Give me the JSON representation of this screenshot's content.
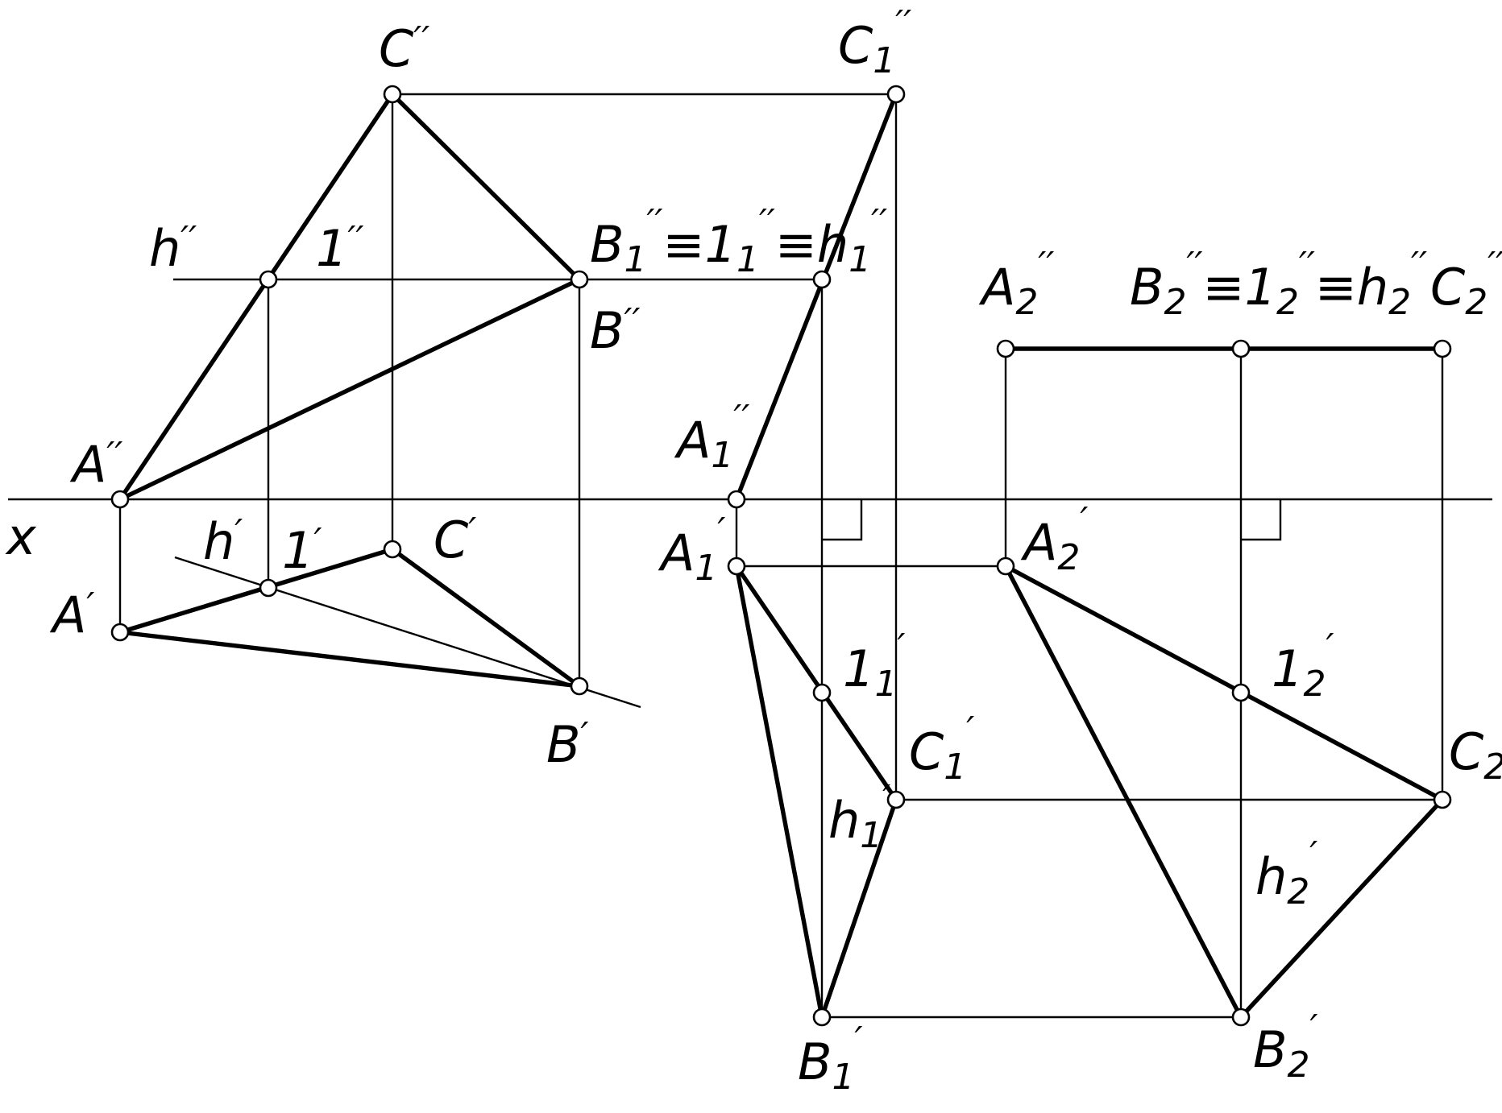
{
  "axis_label": "x",
  "labels": {
    "C2": {
      "base": "C",
      "sup": "′′"
    },
    "C1_2": {
      "base": "C",
      "sub": "1",
      "sup": "′′"
    },
    "h2": {
      "base": "h",
      "sup": "′′"
    },
    "one2": {
      "base": "1",
      "sup": "′′"
    },
    "B1_2eq": {
      "base": "B",
      "sub": "1",
      "sup": "′′",
      "eq1": "≡",
      "base2": "1",
      "sub2": "1",
      "sup2": "′′",
      "eq2": "≡",
      "base3": "h",
      "sub3": "1",
      "sup3": "′′"
    },
    "B2": {
      "base": "B",
      "sup": "′′"
    },
    "A2": {
      "base": "A",
      "sup": "′′"
    },
    "A1_2": {
      "base": "A",
      "sub": "1",
      "sup": "′′"
    },
    "A2_2": {
      "base": "A",
      "sub": "2",
      "sup": "′′"
    },
    "B2_2eq": {
      "base": "B",
      "sub": "2",
      "sup": "′′",
      "eq1": "≡",
      "base2": "1",
      "sub2": "2",
      "sup2": "′′",
      "eq2": "≡",
      "base3": "h",
      "sub3": "2",
      "sup3": "′′"
    },
    "C2_2": {
      "base": "C",
      "sub": "2",
      "sup": "′′"
    },
    "h1": {
      "base": "h",
      "sup": "′"
    },
    "one1": {
      "base": "1",
      "sup": "′"
    },
    "C1": {
      "base": "C",
      "sup": "′"
    },
    "A1": {
      "base": "A",
      "sup": "′"
    },
    "B1": {
      "base": "B",
      "sup": "′"
    },
    "A1_1": {
      "base": "A",
      "sub": "1",
      "sup": "′"
    },
    "A2_1": {
      "base": "A",
      "sub": "2",
      "sup": "′"
    },
    "one1_1": {
      "base": "1",
      "sub": "1",
      "sup": "′"
    },
    "one2_1": {
      "base": "1",
      "sub": "2",
      "sup": "′"
    },
    "C1_1": {
      "base": "C",
      "sub": "1",
      "sup": "′"
    },
    "C2_1": {
      "base": "C",
      "sub": "2",
      "sup": "′"
    },
    "h1_1": {
      "base": "h",
      "sub": "1",
      "sup": "′"
    },
    "h2_1": {
      "base": "h",
      "sub": "2",
      "sup": "′"
    },
    "B1_1": {
      "base": "B",
      "sub": "1",
      "sup": "′"
    },
    "B2_1": {
      "base": "B",
      "sub": "2",
      "sup": "′"
    }
  }
}
